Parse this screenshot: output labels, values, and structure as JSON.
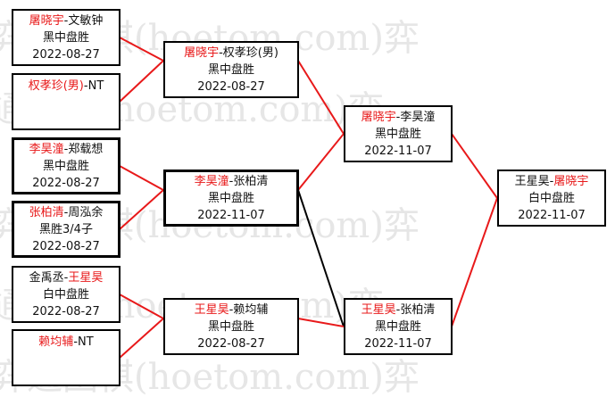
{
  "watermark": {
    "rows": [
      "弈通围棋(hoetom.com)弈",
      "通围棋(hoetom.com)弈",
      "弈通围棋(hoetom.com)弈",
      "通围棋(hoetom.com)弈",
      "弈通围棋(hoetom.com)弈"
    ]
  },
  "colors": {
    "winner": "#e8191a",
    "text": "#111111",
    "line_red": "#e8191a",
    "line_black": "#000000"
  },
  "round1": [
    {
      "p1": "屠晓宇",
      "sep": "-",
      "p2": "文敏钟",
      "winner": "p1",
      "result": "黑中盘胜",
      "date": "2022-08-27"
    },
    {
      "p1": "权孝珍(男)",
      "sep": "-",
      "p2": "NT",
      "winner": "p1",
      "result": "",
      "date": ""
    },
    {
      "p1": "李昊潼",
      "sep": "-",
      "p2": "郑载想",
      "winner": "p1",
      "result": "黑中盘胜",
      "date": "2022-08-27"
    },
    {
      "p1": "张柏清",
      "sep": "-",
      "p2": "周泓余",
      "winner": "p1",
      "result": "黑胜3/4子",
      "date": "2022-08-27"
    },
    {
      "p1": "金禹丞",
      "sep": "-",
      "p2": "王星昊",
      "winner": "p2",
      "result": "白中盘胜",
      "date": "2022-08-27"
    },
    {
      "p1": "赖均辅",
      "sep": "-",
      "p2": "NT",
      "winner": "p1",
      "result": "",
      "date": ""
    }
  ],
  "round2": [
    {
      "p1": "屠晓宇",
      "sep": "-",
      "p2": "权孝珍(男)",
      "winner": "p1",
      "result": "黑中盘胜",
      "date": "2022-08-27"
    },
    {
      "p1": "李昊潼",
      "sep": "-",
      "p2": "张柏清",
      "winner": "p1",
      "result": "黑中盘胜",
      "date": "2022-11-07"
    },
    {
      "p1": "王星昊",
      "sep": "-",
      "p2": "赖均辅",
      "winner": "p1",
      "result": "黑中盘胜",
      "date": "2022-08-27"
    }
  ],
  "round3": [
    {
      "p1": "屠晓宇",
      "sep": "-",
      "p2": "李昊潼",
      "winner": "p1",
      "result": "黑中盘胜",
      "date": "2022-11-07"
    },
    {
      "p1": "王星昊",
      "sep": "-",
      "p2": "张柏清",
      "winner": "p1",
      "result": "黑中盘胜",
      "date": "2022-11-07"
    }
  ],
  "final": [
    {
      "p1": "王星昊",
      "sep": "-",
      "p2": "屠晓宇",
      "winner": "p2",
      "result": "白中盘胜",
      "date": "2022-11-07"
    }
  ]
}
